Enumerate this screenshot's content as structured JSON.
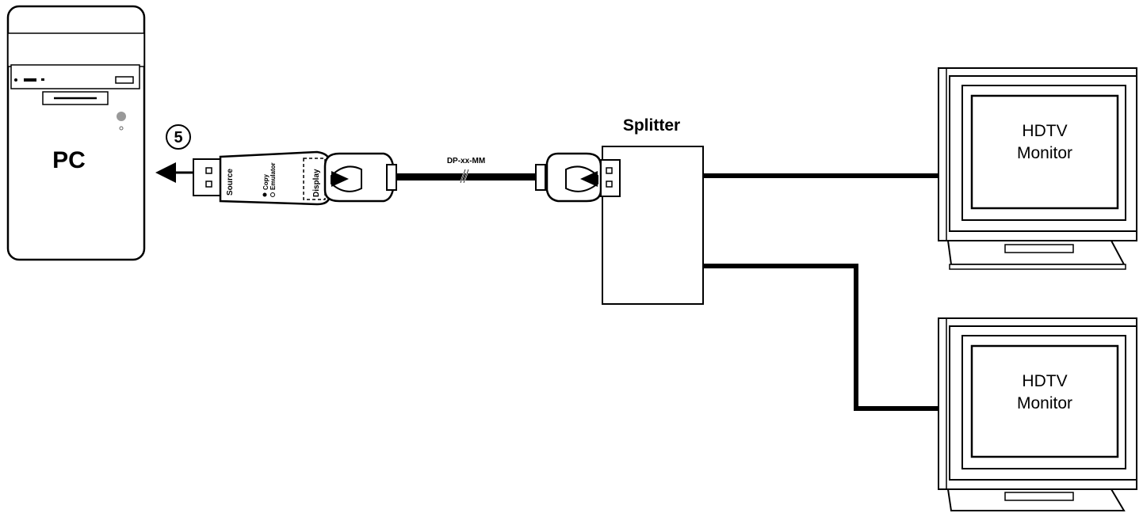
{
  "pc": {
    "label": "PC"
  },
  "step": {
    "number": "5"
  },
  "emulator": {
    "source_label": "Source",
    "display_label": "Display",
    "mode_copy": "Copy",
    "mode_emulator": "Emulator"
  },
  "cable": {
    "label": "DP-xx-MM"
  },
  "splitter": {
    "label": "Splitter"
  },
  "monitors": [
    {
      "line1": "HDTV",
      "line2": "Monitor"
    },
    {
      "line1": "HDTV",
      "line2": "Monitor"
    }
  ]
}
